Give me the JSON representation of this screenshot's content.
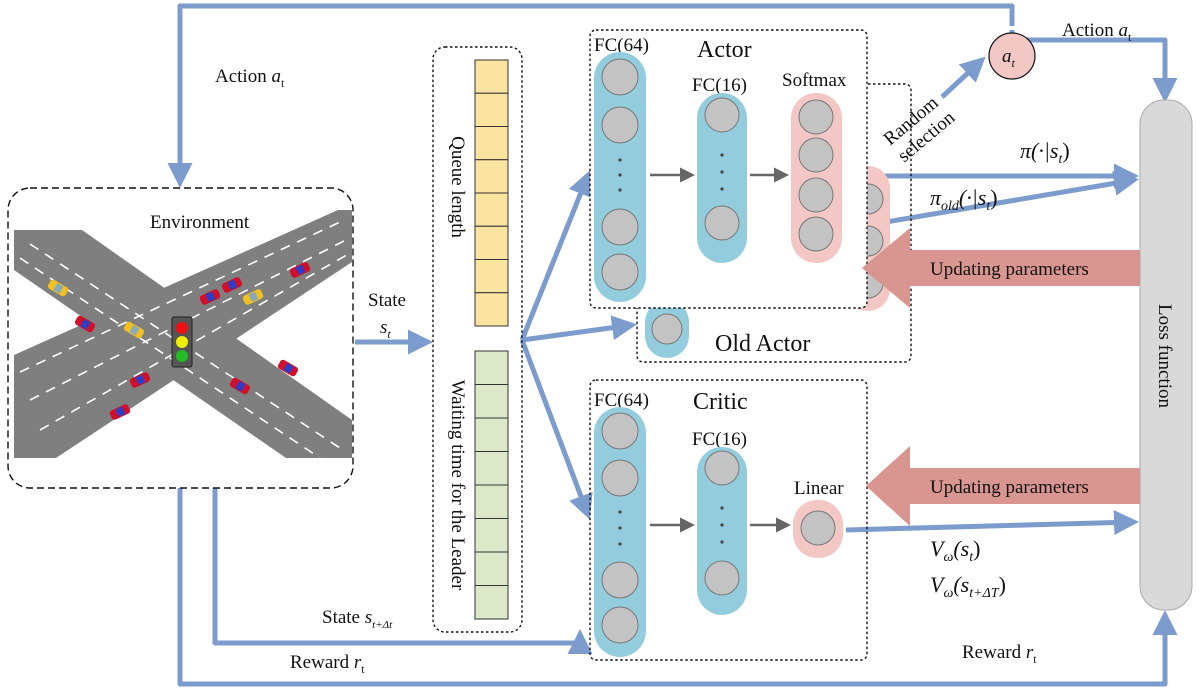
{
  "environment": {
    "title": "Environment",
    "light_colors": [
      "#e11",
      "#ee0",
      "#2b2"
    ],
    "car_colors": {
      "red": "#d0102a",
      "blue": "#2a3ec8",
      "yellow": "#f0c020"
    }
  },
  "state_bar": {
    "top_label": "Queue length",
    "bottom_label": "Waiting time for the Leader",
    "top_color": "#fbe3a0",
    "bottom_color": "#dde8c8",
    "cells_per_section": 8
  },
  "labels": {
    "action_left": "Action ",
    "action_left_var": "a",
    "action_left_sub": "t",
    "action_right": "Action ",
    "action_right_var": "a",
    "action_right_sub": "t",
    "state": "State",
    "state_var": "s",
    "state_sub": "t",
    "state_next": "State ",
    "state_next_var": "s",
    "state_next_sub": "t+Δt",
    "reward_left": "Reward ",
    "reward_left_var": "r",
    "reward_left_sub": "t",
    "reward_right": "Reward ",
    "reward_right_var": "r",
    "reward_right_sub": "t",
    "at_node_var": "a",
    "at_node_sub": "t",
    "random_selection_1": "Random",
    "random_selection_2": "selection",
    "pi_current": "π(·|s",
    "pi_current_sub": "t",
    "pi_current_close": ")",
    "pi_old": "π",
    "pi_old_sub": "old",
    "pi_old_rest": "(·|s",
    "pi_old_rest_sub": "t",
    "pi_old_close": ")",
    "v_t": "V",
    "v_t_sub": "ω",
    "v_t_arg": "(s",
    "v_t_arg_sub": "t",
    "v_t_close": ")",
    "v_next": "V",
    "v_next_sub": "ω",
    "v_next_arg": "(s",
    "v_next_arg_sub": "t+ΔT",
    "v_next_close": ")"
  },
  "actor": {
    "title": "Actor",
    "fc64": "FC(64)",
    "fc16": "FC(16)",
    "softmax": "Softmax",
    "old_title": "Old Actor"
  },
  "critic": {
    "title": "Critic",
    "fc64": "FC(64)",
    "fc16": "FC(16)",
    "linear": "Linear"
  },
  "update_actor": "Updating parameters",
  "update_critic": "Updating parameters",
  "loss": "Loss function",
  "colors": {
    "arrow": "#7b9ccd",
    "layer_blue": "#93cddd",
    "layer_pink": "#f2c7c4",
    "node": "#c3c3c3",
    "update_arrow": "#d9958f",
    "loss_fill": "#d9d9d9",
    "road": "#7f7f7f"
  }
}
